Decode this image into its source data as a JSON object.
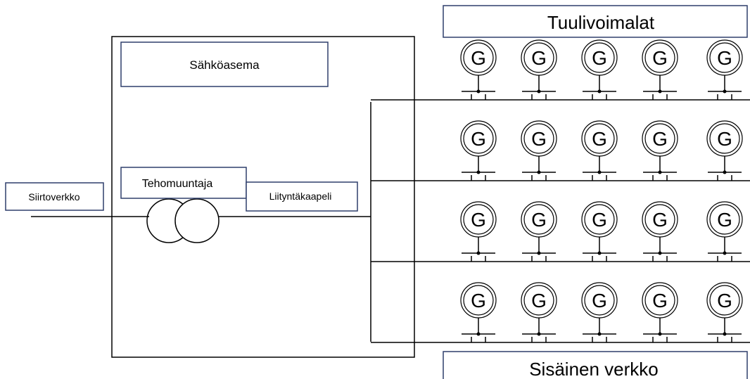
{
  "labels": {
    "substation": "Sähköasema",
    "transformer": "Tehomuuntaja",
    "grid": "Siirtoverkko",
    "cable": "Liityntäkaapeli",
    "turbines": "Tuulivoimalat",
    "internal_network": "Sisäinen verkko"
  },
  "generator_symbol": "G",
  "array": {
    "rows": 4,
    "columns": 5
  },
  "colors": {
    "box_border": "#2f3f6b",
    "line": "#000000",
    "background": "#ffffff"
  }
}
